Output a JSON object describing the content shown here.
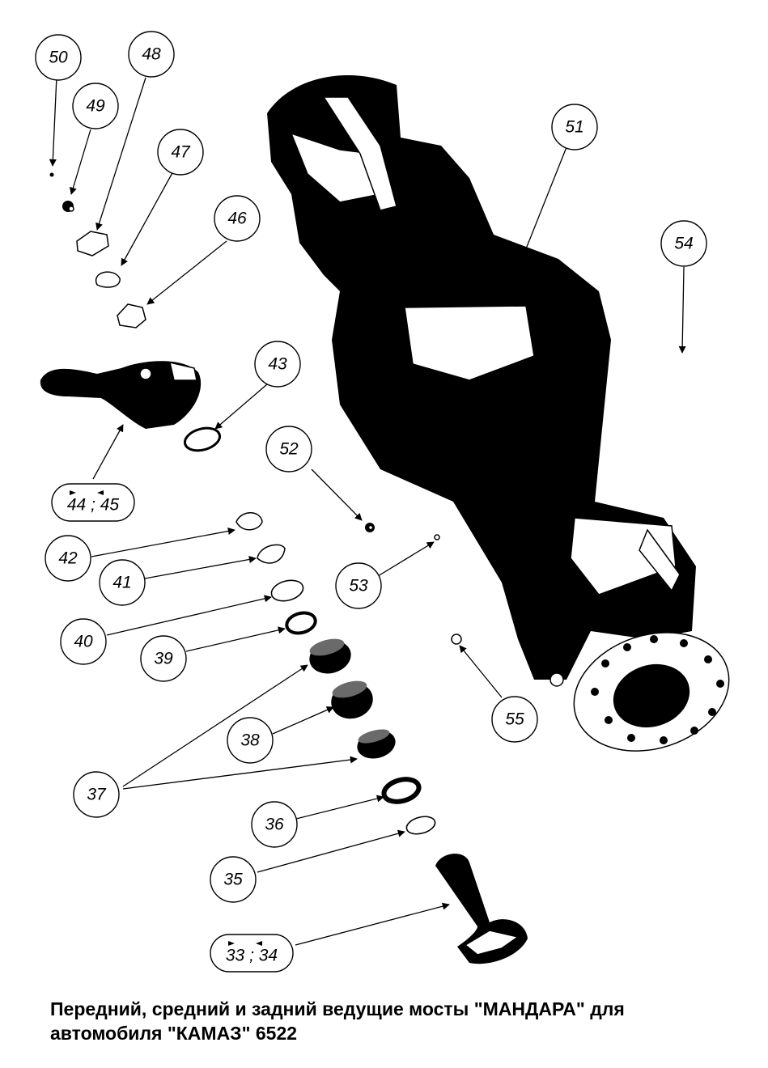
{
  "callouts": {
    "c50": "50",
    "c49": "49",
    "c48": "48",
    "c47": "47",
    "c46": "46",
    "c51": "51",
    "c54": "54",
    "c43": "43",
    "c52": "52",
    "c44_45": "44 ; 45",
    "c42": "42",
    "c41": "41",
    "c53": "53",
    "c40": "40",
    "c39": "39",
    "c55": "55",
    "c38": "38",
    "c37": "37",
    "c36": "36",
    "c35": "35",
    "c33_34": "33 ; 34"
  },
  "caption": {
    "line1": "Передний, средний и задний ведущие мосты \"МАНДАРА\" для",
    "line2": "автомобиля \"КАМАЗ\" 6522"
  }
}
